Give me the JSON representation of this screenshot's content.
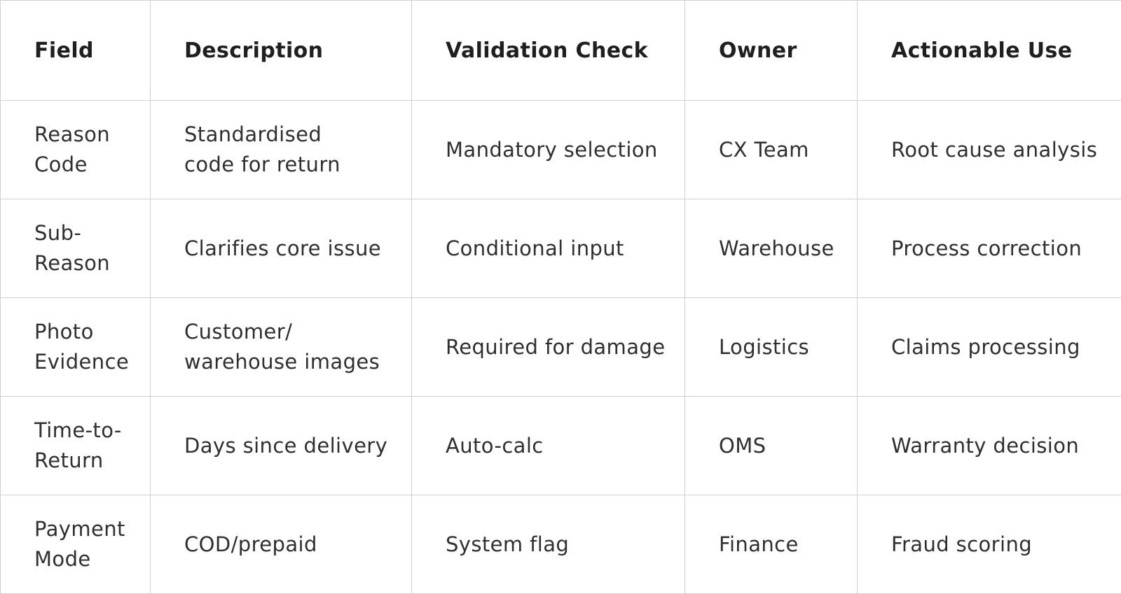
{
  "table": {
    "headers": [
      "Field",
      "Description",
      "Validation Check",
      "Owner",
      "Actionable Use"
    ],
    "rows": [
      [
        "Reason\nCode",
        "Standardised\ncode for return",
        "Mandatory selection",
        "CX Team",
        "Root cause analysis"
      ],
      [
        "Sub-\nReason",
        "Clarifies core issue",
        "Conditional input",
        "Warehouse",
        "Process correction"
      ],
      [
        "Photo\nEvidence",
        "Customer/\nwarehouse images",
        "Required for damage",
        "Logistics",
        "Claims processing"
      ],
      [
        "Time-to-\nReturn",
        "Days since delivery",
        "Auto-calc",
        "OMS",
        "Warranty decision"
      ],
      [
        "Payment\nMode",
        "COD/prepaid",
        "System flag",
        "Finance",
        "Fraud scoring"
      ]
    ]
  }
}
